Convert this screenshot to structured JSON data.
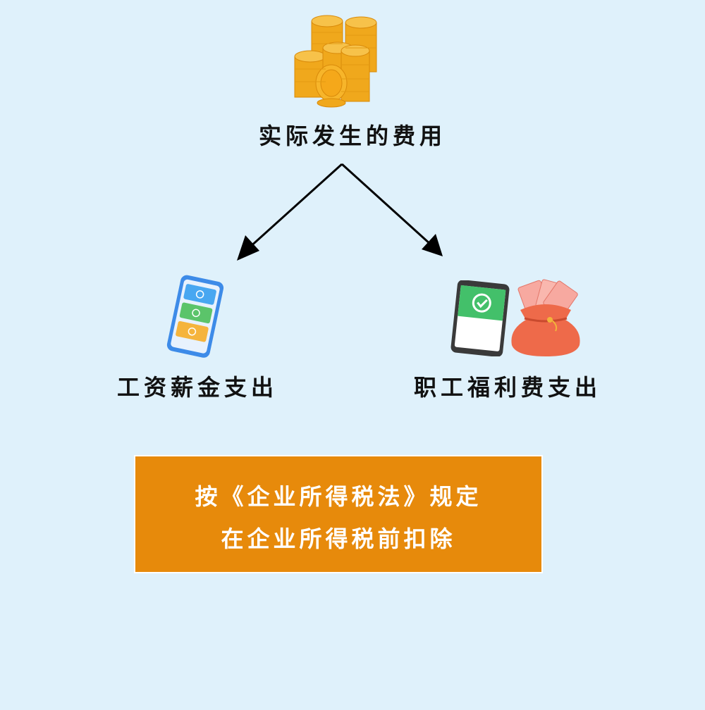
{
  "diagram": {
    "top_node": {
      "label": "实际发生的费用",
      "icon": "coin-stack-icon"
    },
    "left_node": {
      "label": "工资薪金支出",
      "icon": "mobile-payment-phone-icon"
    },
    "right_node": {
      "label": "职工福利费支出",
      "icons": [
        "payment-success-phone-icon",
        "money-bag-icon"
      ]
    },
    "rule_box": {
      "line1": "按《企业所得税法》规定",
      "line2": "在企业所得税前扣除"
    }
  },
  "colors": {
    "background": "#dff1fb",
    "box": "#e78a0b",
    "box_text": "#ffffff",
    "arrow": "#000000",
    "coin": "#f0a81c"
  }
}
